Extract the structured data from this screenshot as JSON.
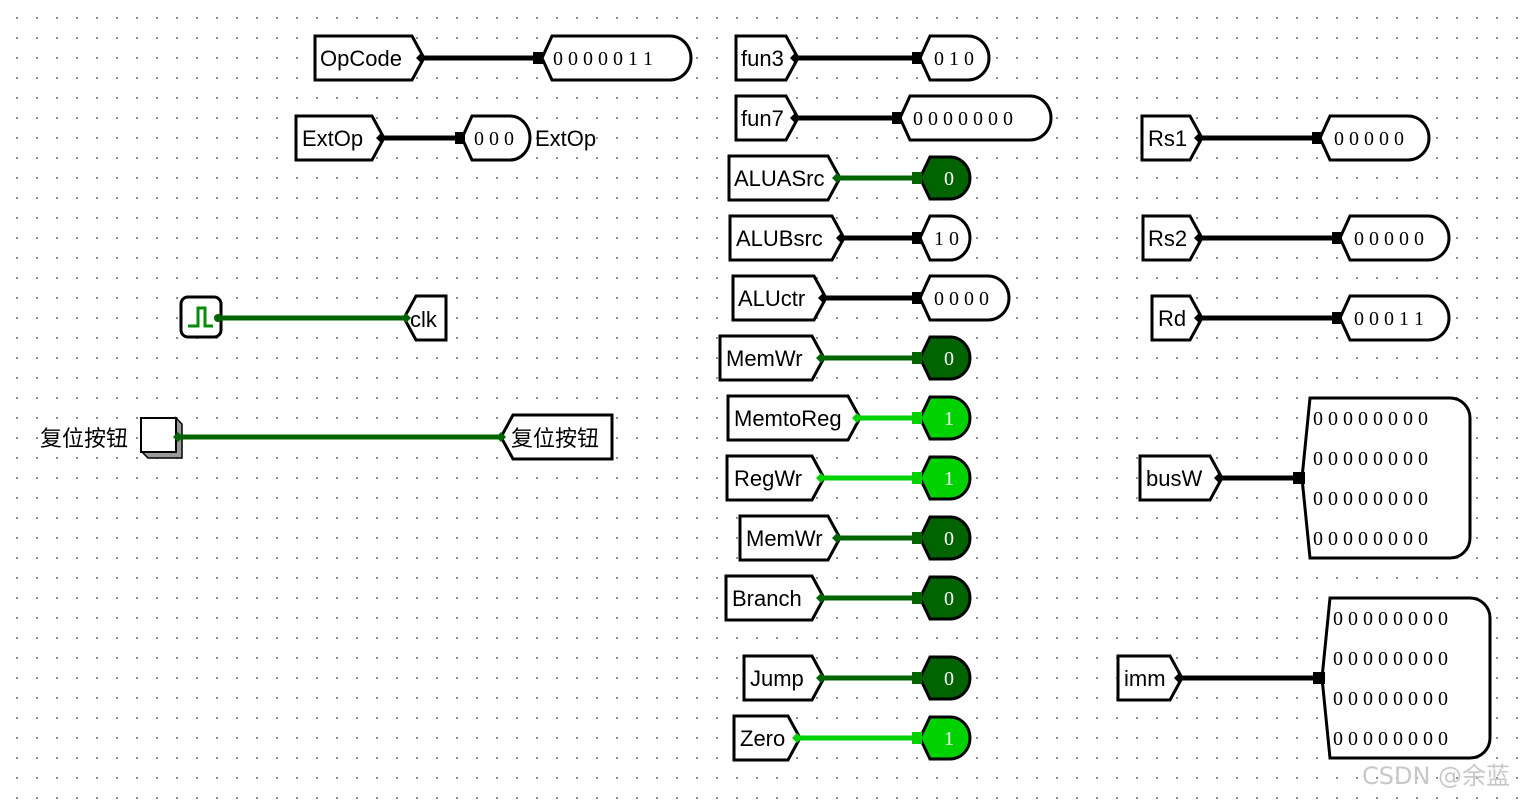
{
  "colors": {
    "wire_bus": "#000000",
    "wire_off": "#006400",
    "wire_on": "#00d200",
    "led_off": "#006400",
    "led_on": "#00d200"
  },
  "top_group": {
    "opcode": {
      "label": "OpCode",
      "value": "0 0 0 0 0 1 1"
    },
    "extop": {
      "label": "ExtOp",
      "value": "0 0 0",
      "side_label": "ExtOp"
    }
  },
  "clock": {
    "icon": "clock-square-wave-icon",
    "tunnel_label": "clk"
  },
  "reset": {
    "button_label": "复位按钮",
    "tunnel_label": "复位按钮"
  },
  "middle_group": {
    "fun3": {
      "label": "fun3",
      "value": "0 1 0"
    },
    "fun7": {
      "label": "fun7",
      "value": "0 0 0 0 0 0 0"
    },
    "aluasrc": {
      "label": "ALUASrc",
      "value": "0",
      "state": "off"
    },
    "alubsrc": {
      "label": "ALUBsrc",
      "value": "1 0"
    },
    "aluctr": {
      "label": "ALUctr",
      "value": "0 0 0 0"
    },
    "memwr1": {
      "label": "MemWr",
      "value": "0",
      "state": "off"
    },
    "memtoreg": {
      "label": "MemtoReg",
      "value": "1",
      "state": "on"
    },
    "regwr": {
      "label": "RegWr",
      "value": "1",
      "state": "on"
    },
    "memwr2": {
      "label": "MemWr",
      "value": "0",
      "state": "off"
    },
    "branch": {
      "label": "Branch",
      "value": "0",
      "state": "off"
    },
    "jump": {
      "label": "Jump",
      "value": "0",
      "state": "off"
    },
    "zero": {
      "label": "Zero",
      "value": "1",
      "state": "on"
    }
  },
  "right_group": {
    "rs1": {
      "label": "Rs1",
      "value": "0 0 0 0 0"
    },
    "rs2": {
      "label": "Rs2",
      "value": "0 0 0 0 0"
    },
    "rd": {
      "label": "Rd",
      "value": "0 0 0 1 1"
    },
    "busw": {
      "label": "busW",
      "rows": [
        "0 0 0 0 0 0 0 0",
        "0 0 0 0 0 0 0 0",
        "0 0 0 0 0 0 0 0",
        "0 0 0 0 0 0 0 0"
      ]
    },
    "imm": {
      "label": "imm",
      "rows": [
        "0 0 0 0 0 0 0 0",
        "0 0 0 0 0 0 0 0",
        "0 0 0 0 0 0 0 0",
        "0 0 0 0 0 0 0 0"
      ]
    }
  },
  "watermark": "CSDN @余蓝"
}
